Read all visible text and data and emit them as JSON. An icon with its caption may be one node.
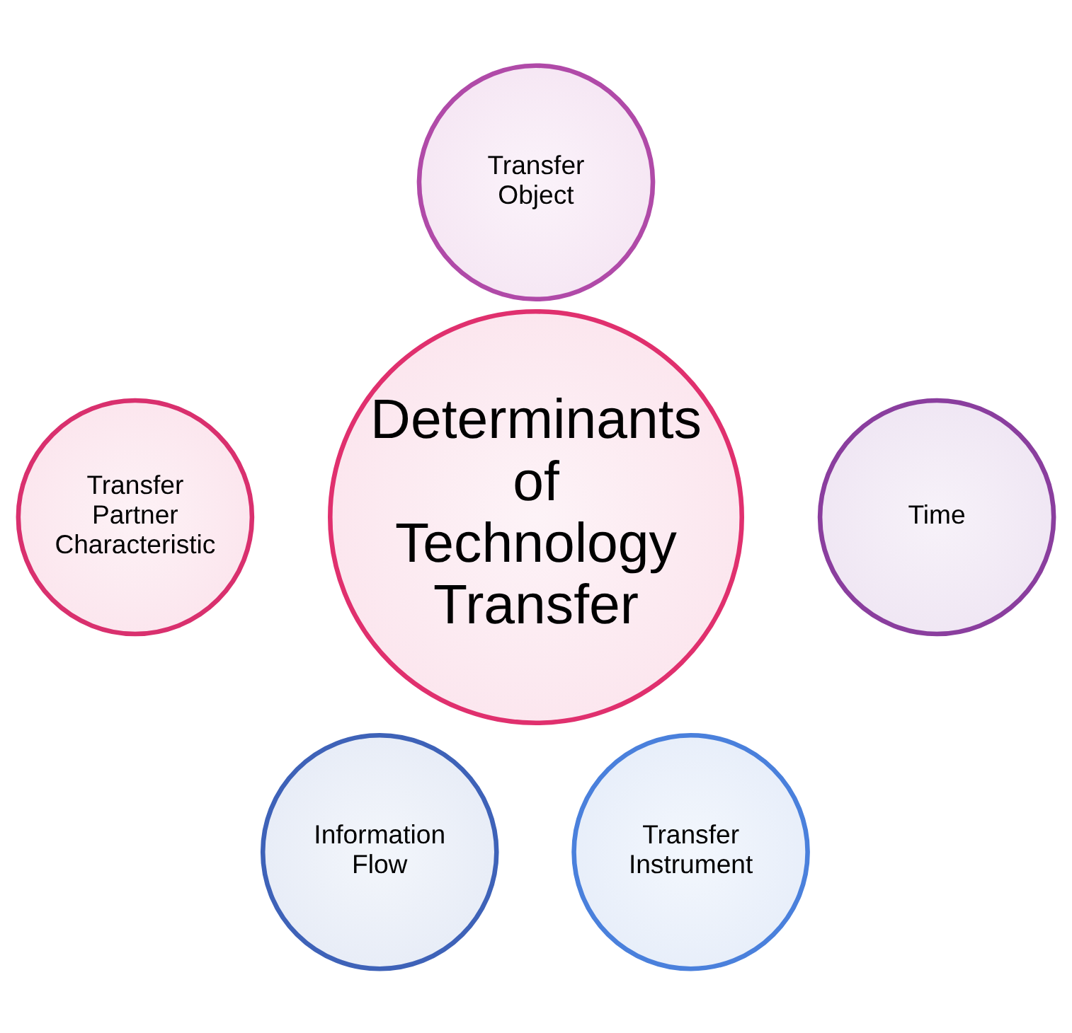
{
  "diagram": {
    "nodes": [
      {
        "text": [
          "Transfer Object"
        ]
      },
      {
        "text": [
          "Transfer Partner Characteristic"
        ]
      },
      {
        "text": [
          "Determinants of Technology Transfer"
        ]
      },
      {
        "text": [
          "Time"
        ]
      },
      {
        "text": [
          "Information Flow"
        ]
      },
      {
        "text": [
          "Transfer Instrument"
        ]
      }
    ],
    "edges": []
  }
}
